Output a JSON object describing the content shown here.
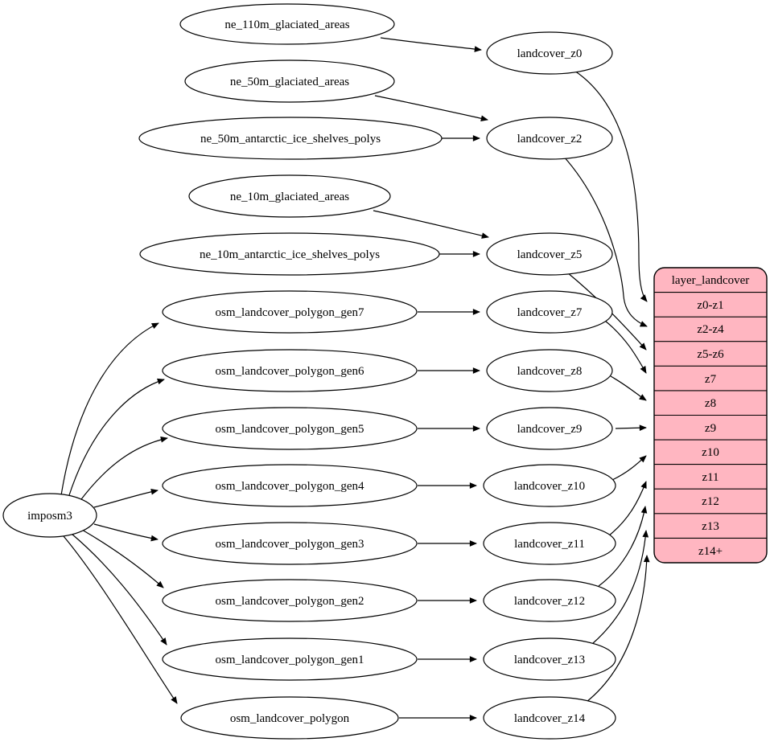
{
  "nodes": {
    "imposm3": "imposm3",
    "ne_110m_glaciated_areas": "ne_110m_glaciated_areas",
    "ne_50m_glaciated_areas": "ne_50m_glaciated_areas",
    "ne_50m_antarctic_ice_shelves_polys": "ne_50m_antarctic_ice_shelves_polys",
    "ne_10m_glaciated_areas": "ne_10m_glaciated_areas",
    "ne_10m_antarctic_ice_shelves_polys": "ne_10m_antarctic_ice_shelves_polys",
    "osm_landcover_polygon_gen7": "osm_landcover_polygon_gen7",
    "osm_landcover_polygon_gen6": "osm_landcover_polygon_gen6",
    "osm_landcover_polygon_gen5": "osm_landcover_polygon_gen5",
    "osm_landcover_polygon_gen4": "osm_landcover_polygon_gen4",
    "osm_landcover_polygon_gen3": "osm_landcover_polygon_gen3",
    "osm_landcover_polygon_gen2": "osm_landcover_polygon_gen2",
    "osm_landcover_polygon_gen1": "osm_landcover_polygon_gen1",
    "osm_landcover_polygon": "osm_landcover_polygon",
    "landcover_z0": "landcover_z0",
    "landcover_z2": "landcover_z2",
    "landcover_z5": "landcover_z5",
    "landcover_z7": "landcover_z7",
    "landcover_z8": "landcover_z8",
    "landcover_z9": "landcover_z9",
    "landcover_z10": "landcover_z10",
    "landcover_z11": "landcover_z11",
    "landcover_z12": "landcover_z12",
    "landcover_z13": "landcover_z13",
    "landcover_z14": "landcover_z14"
  },
  "table": {
    "title": "layer_landcover",
    "rows": [
      "z0-z1",
      "z2-z4",
      "z5-z6",
      "z7",
      "z8",
      "z9",
      "z10",
      "z11",
      "z12",
      "z13",
      "z14+"
    ]
  },
  "edges": [
    {
      "from": "ne_110m_glaciated_areas",
      "to": "landcover_z0"
    },
    {
      "from": "ne_50m_glaciated_areas",
      "to": "landcover_z2"
    },
    {
      "from": "ne_50m_antarctic_ice_shelves_polys",
      "to": "landcover_z2"
    },
    {
      "from": "ne_10m_glaciated_areas",
      "to": "landcover_z5"
    },
    {
      "from": "ne_10m_antarctic_ice_shelves_polys",
      "to": "landcover_z5"
    },
    {
      "from": "imposm3",
      "to": "osm_landcover_polygon_gen7"
    },
    {
      "from": "imposm3",
      "to": "osm_landcover_polygon_gen6"
    },
    {
      "from": "imposm3",
      "to": "osm_landcover_polygon_gen5"
    },
    {
      "from": "imposm3",
      "to": "osm_landcover_polygon_gen4"
    },
    {
      "from": "imposm3",
      "to": "osm_landcover_polygon_gen3"
    },
    {
      "from": "imposm3",
      "to": "osm_landcover_polygon_gen2"
    },
    {
      "from": "imposm3",
      "to": "osm_landcover_polygon_gen1"
    },
    {
      "from": "imposm3",
      "to": "osm_landcover_polygon"
    },
    {
      "from": "osm_landcover_polygon_gen7",
      "to": "landcover_z7"
    },
    {
      "from": "osm_landcover_polygon_gen6",
      "to": "landcover_z8"
    },
    {
      "from": "osm_landcover_polygon_gen5",
      "to": "landcover_z9"
    },
    {
      "from": "osm_landcover_polygon_gen4",
      "to": "landcover_z10"
    },
    {
      "from": "osm_landcover_polygon_gen3",
      "to": "landcover_z11"
    },
    {
      "from": "osm_landcover_polygon_gen2",
      "to": "landcover_z12"
    },
    {
      "from": "osm_landcover_polygon_gen1",
      "to": "landcover_z13"
    },
    {
      "from": "osm_landcover_polygon",
      "to": "landcover_z14"
    },
    {
      "from": "landcover_z0",
      "to": "layer_landcover:z0-z1"
    },
    {
      "from": "landcover_z2",
      "to": "layer_landcover:z2-z4"
    },
    {
      "from": "landcover_z5",
      "to": "layer_landcover:z5-z6"
    },
    {
      "from": "landcover_z7",
      "to": "layer_landcover:z7"
    },
    {
      "from": "landcover_z8",
      "to": "layer_landcover:z8"
    },
    {
      "from": "landcover_z9",
      "to": "layer_landcover:z9"
    },
    {
      "from": "landcover_z10",
      "to": "layer_landcover:z10"
    },
    {
      "from": "landcover_z11",
      "to": "layer_landcover:z11"
    },
    {
      "from": "landcover_z12",
      "to": "layer_landcover:z12"
    },
    {
      "from": "landcover_z13",
      "to": "layer_landcover:z13"
    },
    {
      "from": "landcover_z14",
      "to": "layer_landcover:z14+"
    }
  ],
  "colors": {
    "table_fill": "#ffb6c1",
    "node_fill": "#ffffff",
    "stroke": "#000000",
    "background": "#ffffff"
  }
}
